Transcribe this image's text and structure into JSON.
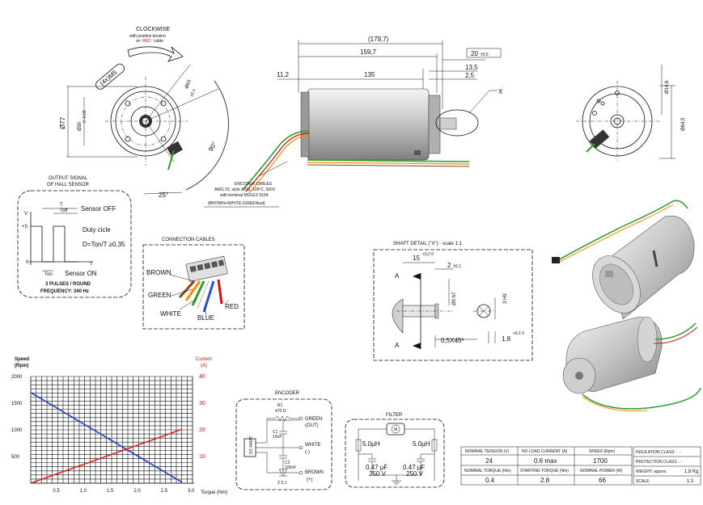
{
  "front_view": {
    "rotation_title": "CLOCKWISE",
    "rotation_sub1": "with positive tension",
    "rotation_sub2": "on",
    "rotation_red": "RED",
    "rotation_sub3": "cable",
    "screws": "(4x)M5",
    "dim_d77": "Ø77",
    "dim_d50": "Ø50",
    "dim_d50_tol": "0 -0,05",
    "dim_d65": "Ø65",
    "dim_d65_tol": "±0,1",
    "angle_90": "90°",
    "angle_25": "25°"
  },
  "side_view": {
    "dim_overall": "(179,7)",
    "dim_159": "159,7",
    "dim_135": "135",
    "dim_11": "11,2",
    "dim_20": "20",
    "dim_20_tol": "±0,5",
    "dim_13": "13,5",
    "dim_2_5": "2,5",
    "detail_marker": "X",
    "encoder_note": [
      "ENCODER CABLES",
      "AWG 22, style 1015, 105ºC, 600V",
      "with terminal MOLEX 5194",
      "(BROWN+/WHITE-/GREENout)"
    ]
  },
  "rear_view": {
    "dim_14_6": "Ø14,6",
    "dim_64_5": "Ø64,5"
  },
  "hall_signal": {
    "title1": "OUTPUT SIGNAL",
    "title2": "OF HALL SENSOR",
    "v_label": "V",
    "plus5": "+5",
    "zero": "0",
    "t_label": "t",
    "T_label": "T",
    "toff": "Toff",
    "ton": "Ton",
    "sensor_off": "Sensor OFF",
    "sensor_on": "Sensor ON",
    "duty1": "Duty cicle",
    "duty2": "D=Ton/T ≥0.35",
    "pulses": "3 PULSES / ROUND",
    "frequency": "FREQUENCY: 340 Hz"
  },
  "connection": {
    "title": "CONNECTION CABLES",
    "brown": "BROWN",
    "green": "GREEN",
    "white": "WHITE",
    "blue": "BLUE",
    "red": "RED",
    "colors": {
      "brown": "#8b4513",
      "green": "#2e9b2e",
      "white": "#ffffff",
      "blue": "#2a4fd6",
      "red": "#d01010",
      "orange": "#ff8a00"
    }
  },
  "shaft": {
    "title": "SHAFT DETAIL (\"X\") - scale 1:1",
    "dim_15": "15",
    "dim_15_tol": "+0,2 0",
    "dim_2": "2",
    "dim_2_tol": "±0,1",
    "dim_d9": "Ø9 h7",
    "dim_3h9": "3 H9",
    "chamfer": "0,5X45º",
    "dim_1_8": "1,8",
    "dim_1_8_tol": "+0,1 0",
    "section": "A"
  },
  "chart_data": {
    "type": "line",
    "x": [
      0,
      0.5,
      1.0,
      1.5,
      2.0,
      2.5,
      2.8
    ],
    "xlabel": "Torque (Nm)",
    "xticks": [
      "0.5",
      "1.0",
      "1.5",
      "2.0",
      "2.5",
      "3.0"
    ],
    "xlim": [
      0,
      3.0
    ],
    "y_left_label": [
      "Speed",
      "(Rpm)"
    ],
    "y_right_label": [
      "Current",
      "(A)"
    ],
    "y_left_ticks": [
      "2000",
      "1500",
      "1000",
      "500"
    ],
    "y_right_ticks": [
      "40",
      "30",
      "20",
      "10"
    ],
    "ylim_left": [
      0,
      2000
    ],
    "ylim_right": [
      0,
      40
    ],
    "series": [
      {
        "axis": "left",
        "color": "#1f3fcf",
        "values": [
          1700,
          1400,
          1100,
          800,
          500,
          200,
          20
        ]
      },
      {
        "axis": "right",
        "color": "#e02020",
        "values": [
          0,
          3.6,
          7.2,
          10.8,
          14.4,
          18,
          20.2
        ]
      }
    ],
    "grid": true
  },
  "encoder": {
    "title": "ENCODER",
    "r1": "R1",
    "r1_val": "470 Ω",
    "c1": "C1",
    "c1_val": "10nF",
    "c2": "C2",
    "c2_val": "100nF",
    "zener": "Z 5.1",
    "chip": "SS 446AT",
    "green1": "GREEN",
    "green2": "(OUT)",
    "white1": "WHITE",
    "white2": "(-)",
    "brown1": "BROWN",
    "brown2": "(+)"
  },
  "filter": {
    "title": "FILTER",
    "motor": "M",
    "l1": "5.0µH",
    "l2": "5.0µH",
    "c1": "0.47 µF",
    "c1v": "250 V",
    "c2": "0.47 µF",
    "c2v": "250 V"
  },
  "specs": {
    "row1": [
      {
        "label": "NOMINAL TENSION (V)",
        "value": "24"
      },
      {
        "label": "NO LOAD CURRENT (A)",
        "value": "0.6 max"
      },
      {
        "label": "SPEED (Rpm)",
        "value": "1700"
      }
    ],
    "row2": [
      {
        "label": "NOMINAL TORQUE (Nm)",
        "value": "0.4"
      },
      {
        "label": "STARTING TORQUE (Nm)",
        "value": "2.8"
      },
      {
        "label": "NOMINAL POWER (W)",
        "value": "66"
      }
    ],
    "extra": [
      {
        "label": "INSULATION CLASS :",
        "value": "-"
      },
      {
        "label": "PROTECTION CLASS :",
        "value": "-"
      },
      {
        "label": "WEIGHT: approx.",
        "value": "1,8 Kg"
      },
      {
        "label": "SCALE:",
        "value": "1:2"
      }
    ]
  }
}
